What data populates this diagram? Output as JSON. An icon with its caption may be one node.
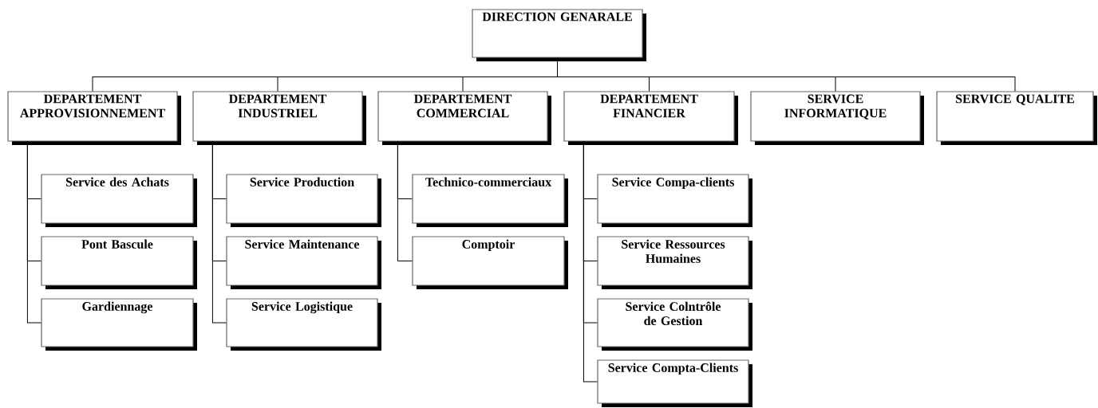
{
  "diagram": {
    "nodes": [
      {
        "text": [
          "DIRECTION GENARALE"
        ]
      },
      {
        "text": [
          "DEPARTEMENT APPROVISIONNEMENT"
        ]
      },
      {
        "text": [
          "DEPARTEMENT INDUSTRIEL"
        ]
      },
      {
        "text": [
          "DEPARTEMENT COMMERCIAL"
        ]
      },
      {
        "text": [
          "DEPARTEMENT FINANCIER"
        ]
      },
      {
        "text": [
          "SERVICE INFORMATIQUE"
        ]
      },
      {
        "text": [
          "SERVICE QUALITE"
        ]
      },
      {
        "text": [
          "Service des Achats"
        ]
      },
      {
        "text": [
          "Pont Bascule"
        ]
      },
      {
        "text": [
          "Gardiennage"
        ]
      },
      {
        "text": [
          "Service Production"
        ]
      },
      {
        "text": [
          "Service Maintenance"
        ]
      },
      {
        "text": [
          "Service Logistique"
        ]
      },
      {
        "text": [
          "Technico-commerciaux"
        ]
      },
      {
        "text": [
          "Comptoir"
        ]
      },
      {
        "text": [
          "Service Compa-clients"
        ]
      },
      {
        "text": [
          "Service Ressources Humaines"
        ]
      },
      {
        "text": [
          "Service Colntrôle de Gestion"
        ]
      },
      {
        "text": [
          "Service Compta-Clients"
        ]
      }
    ],
    "edges": [
      {
        "from": 0,
        "to": 1,
        "arrow": "none"
      },
      {
        "from": 0,
        "to": 2,
        "arrow": "none"
      },
      {
        "from": 0,
        "to": 3,
        "arrow": "none"
      },
      {
        "from": 0,
        "to": 4,
        "arrow": "none"
      },
      {
        "from": 0,
        "to": 5,
        "arrow": "none"
      },
      {
        "from": 0,
        "to": 6,
        "arrow": "none"
      },
      {
        "from": 1,
        "to": 7,
        "arrow": "none"
      },
      {
        "from": 1,
        "to": 8,
        "arrow": "none"
      },
      {
        "from": 1,
        "to": 9,
        "arrow": "none"
      },
      {
        "from": 2,
        "to": 10,
        "arrow": "none"
      },
      {
        "from": 2,
        "to": 11,
        "arrow": "none"
      },
      {
        "from": 2,
        "to": 12,
        "arrow": "none"
      },
      {
        "from": 3,
        "to": 13,
        "arrow": "none"
      },
      {
        "from": 3,
        "to": 14,
        "arrow": "none"
      },
      {
        "from": 4,
        "to": 15,
        "arrow": "none"
      },
      {
        "from": 4,
        "to": 16,
        "arrow": "none"
      },
      {
        "from": 4,
        "to": 17,
        "arrow": "none"
      },
      {
        "from": 4,
        "to": 18,
        "arrow": "none"
      }
    ]
  }
}
